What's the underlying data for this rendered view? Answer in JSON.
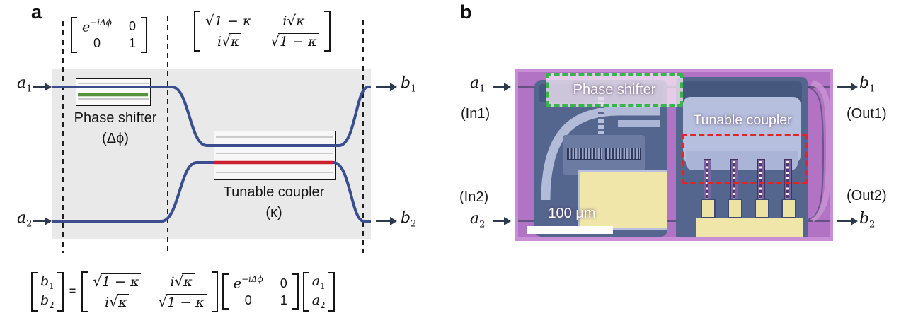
{
  "figure": {
    "type": "two-panel scientific figure: photonic MEMS 2x2 circuit schematic and device micrograph"
  },
  "math": {
    "e": "e",
    "exp": "−iΔϕ",
    "zero": "0",
    "one": "1",
    "sqrt": "√",
    "one_minus_k": "1 − κ",
    "i": "i",
    "kappa": "κ"
  },
  "ports": {
    "a1": {
      "base": "a",
      "sub": "1"
    },
    "a2": {
      "base": "a",
      "sub": "2"
    },
    "b1": {
      "base": "b",
      "sub": "1"
    },
    "b2": {
      "base": "b",
      "sub": "2"
    }
  },
  "panel_a": {
    "label": "a",
    "phase_label": "Phase shifter",
    "phase_param": "(Δϕ)",
    "coupler_label": "Tunable coupler",
    "coupler_param": "(κ)"
  },
  "equation": {
    "equals": "="
  },
  "panel_b": {
    "label": "b",
    "in1": "(In1)",
    "in2": "(In2)",
    "out1": "(Out1)",
    "out2": "(Out2)",
    "phase_label": "Phase shifter",
    "coupler_label": "Tunable coupler",
    "scale": "100 μm"
  },
  "colors": {
    "waveguide_blue": "#3a4e8f",
    "phase_heater_green": "#55933d",
    "coupler_heater_red": "#cc2030",
    "dash_green": "#38b44c",
    "dash_red": "#dd2626",
    "chip_purple": "#b273c4",
    "chip_frame_purple": "#c88fd6",
    "chip_slate": "#55668e",
    "chip_lavender": "#b2bcd9",
    "pad_gold": "#f0e6aa",
    "schematic_grey": "#e9e9ea",
    "arrow_dark": "#2c3a4e"
  }
}
